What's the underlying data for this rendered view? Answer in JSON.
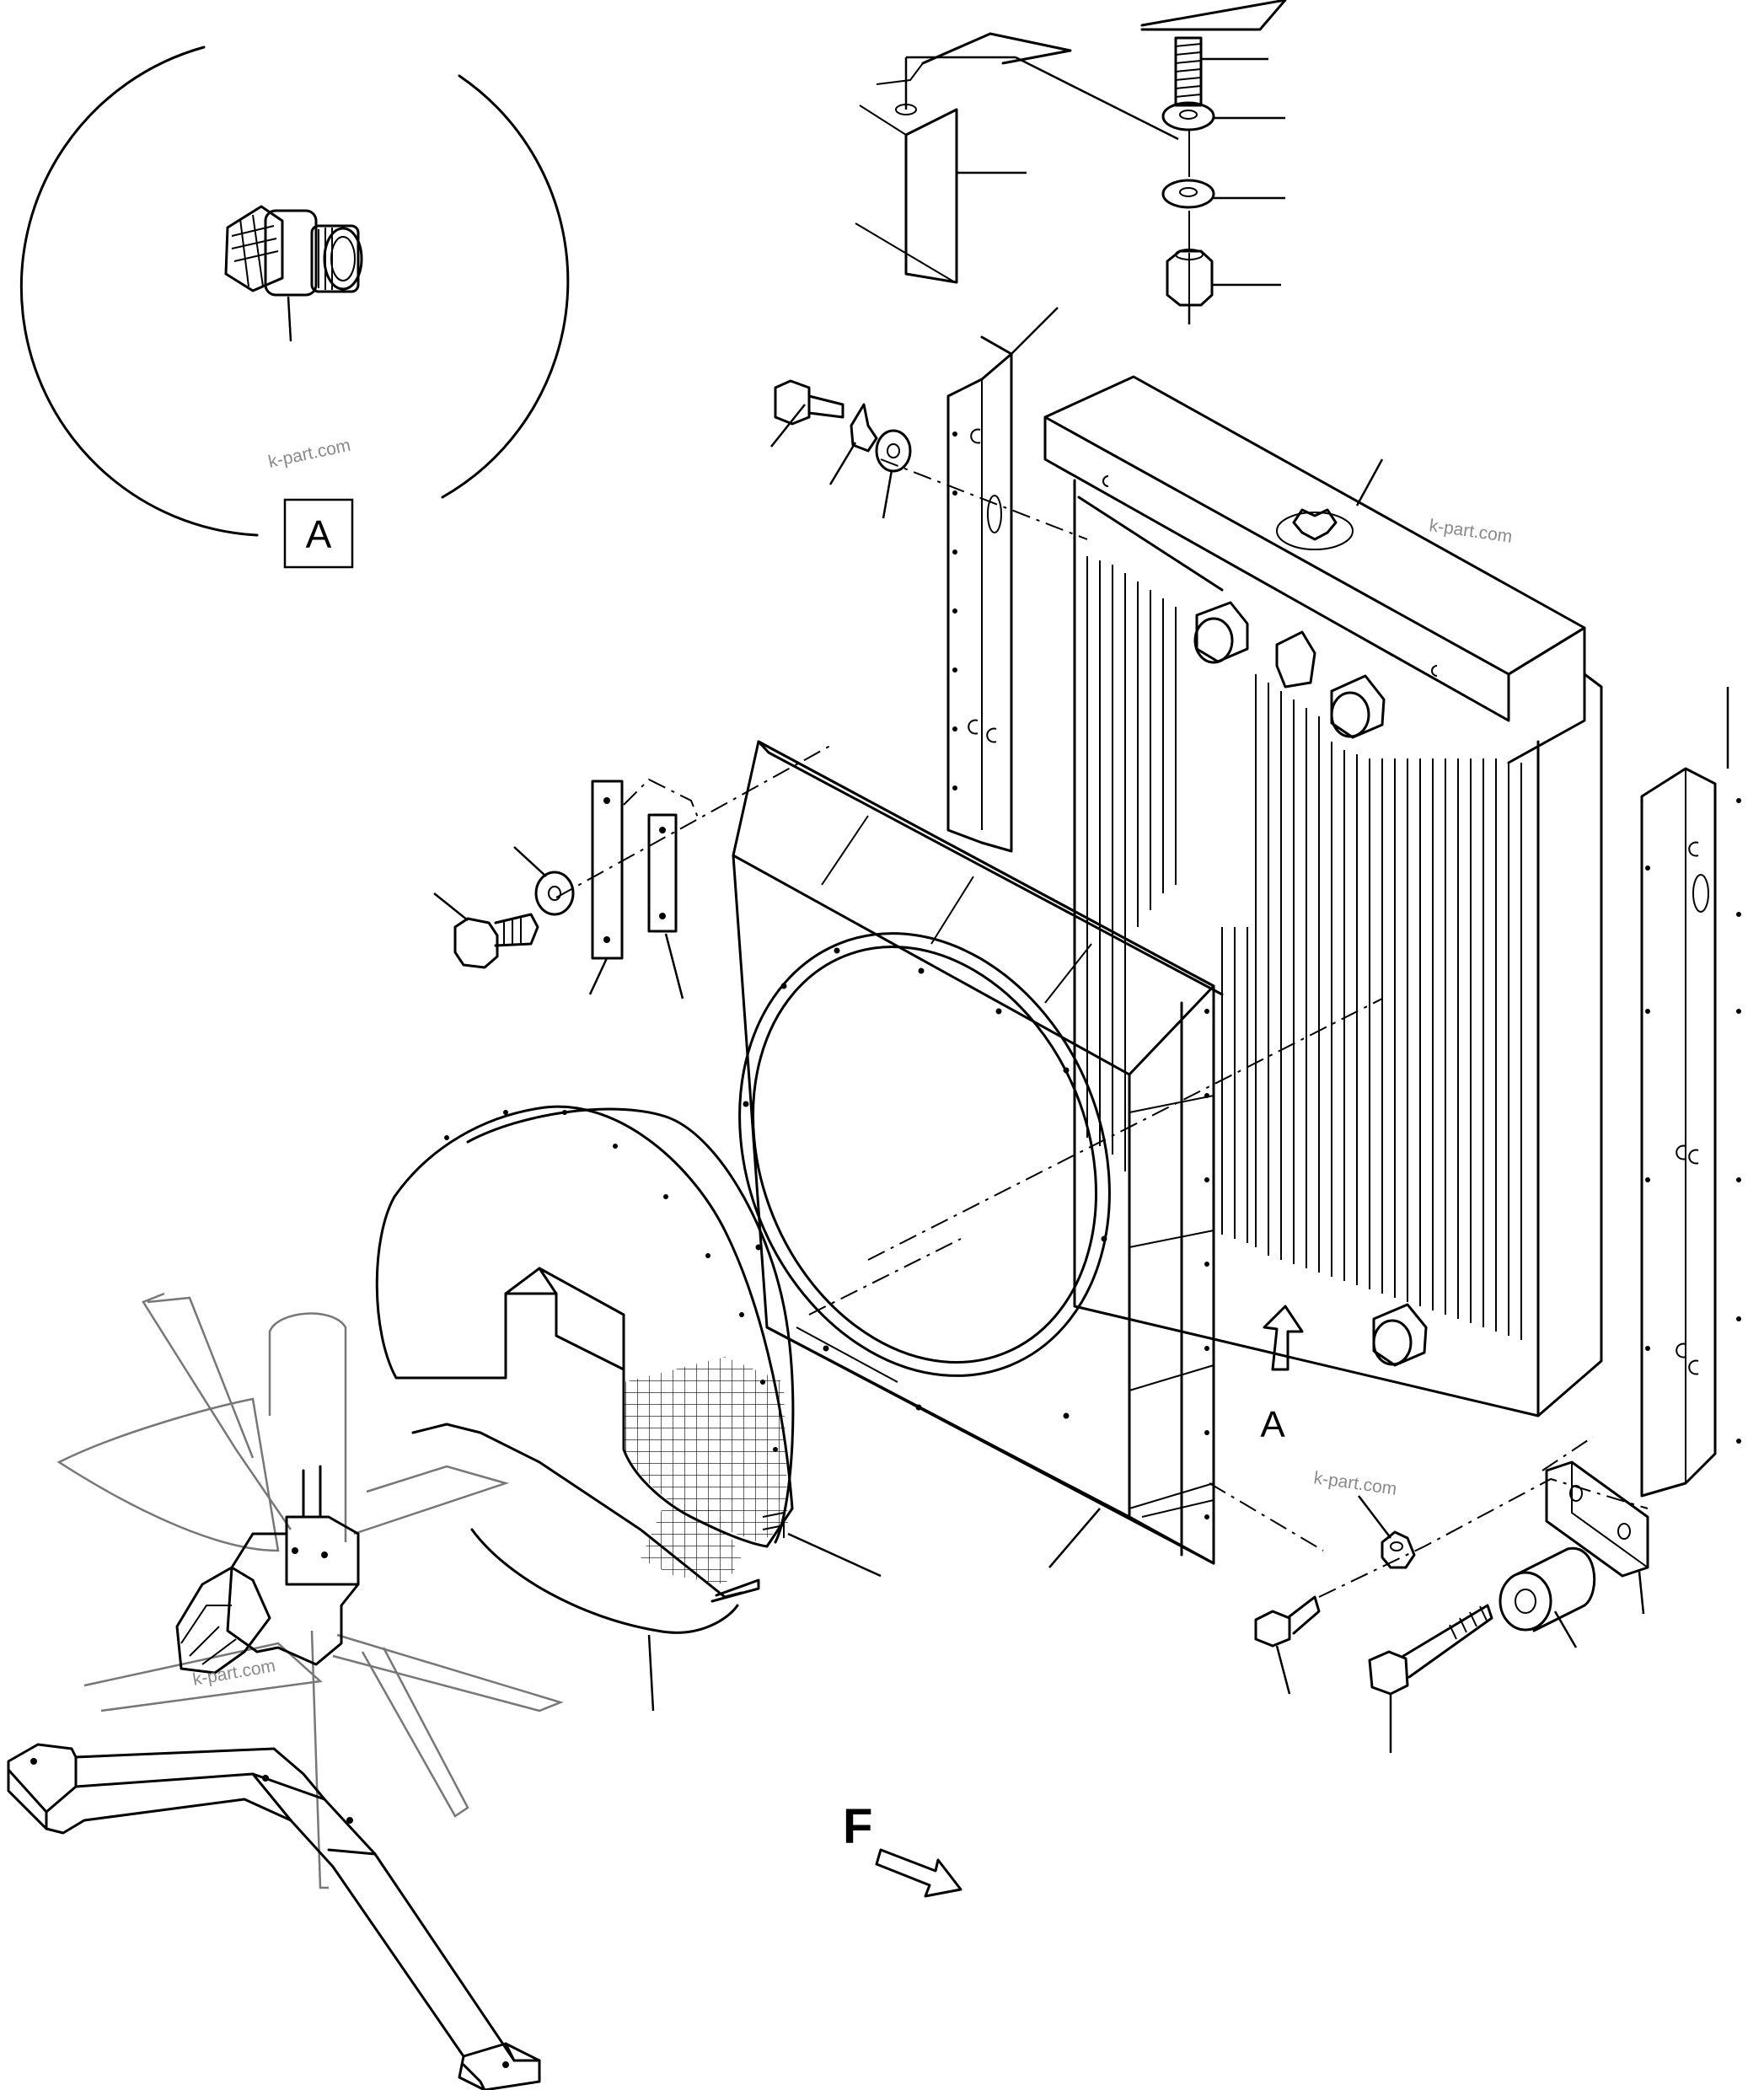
{
  "detail_view": {
    "label": "A"
  },
  "view_arrow_label": "A",
  "front_indicator": {
    "label": "F"
  },
  "watermarks": [
    "k-part.com",
    "k-part.com",
    "k-part.com",
    "k-part.com"
  ]
}
